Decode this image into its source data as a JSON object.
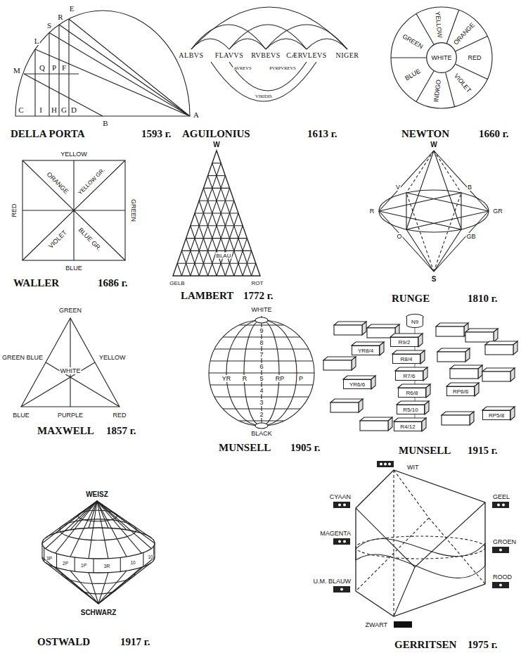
{
  "diagram": {
    "nodes": [
      {
        "text": [
          "WHITE"
        ]
      },
      {
        "text": [
          "N9"
        ]
      },
      {
        "text": [
          "R9/2"
        ]
      },
      {
        "text": [
          "R8/4"
        ]
      },
      {
        "text": [
          "R7/6"
        ]
      },
      {
        "text": [
          "R6/8"
        ]
      },
      {
        "text": [
          "R5/10"
        ]
      },
      {
        "text": [
          "R4/12"
        ]
      },
      {
        "text": [
          "YR8/4"
        ]
      },
      {
        "text": [
          "YR6/6"
        ]
      },
      {
        "text": [
          "RP6/6"
        ]
      },
      {
        "text": [
          "RP5/8"
        ]
      }
    ],
    "labels": [
      "E",
      "S",
      "R",
      "L",
      "M",
      "Q",
      "P",
      "F",
      "C",
      "I",
      "H",
      "G",
      "D",
      "B",
      "A",
      "DELLA PORTA",
      "1593 г.",
      "ALBVS",
      "FLAVVS",
      "RVBEVS",
      "CÆRVLEVS",
      "NIGER",
      "AVREVS",
      "PVRPVREVS",
      "VIRIDIS",
      "AGUILONIUS",
      "1613 г.",
      "GREEN",
      "YELLOW",
      "ORANGE",
      "RED",
      "VIOLET",
      "INDIGO",
      "BLUE",
      "NEWTON",
      "1660 г.",
      "YELLOW",
      "ORANGE",
      "YELLOW GR.",
      "RED",
      "GREEN",
      "VIOLET",
      "BLUE GR.",
      "BLUE",
      "WALLER",
      "1686 г.",
      "W",
      "BLAU",
      "GELB",
      "ROT",
      "LAMBERT",
      "1772 г.",
      "W",
      "V",
      "B",
      "R",
      "GR",
      "O",
      "GB",
      "S",
      "RUNGE",
      "1810 г.",
      "GREEN",
      "GREEN BLUE",
      "YELLOW",
      "WHITE",
      "BLUE",
      "PURPLE",
      "RED",
      "MAXWELL",
      "1857 г.",
      "WHITE",
      "9",
      "8",
      "7",
      "6",
      "YR",
      "R",
      "5",
      "RP",
      "P",
      "4",
      "3",
      "2",
      "BLACK",
      "MUNSELL",
      "1905 г.",
      "MUNSELL",
      "1915 г.",
      "WEISZ",
      "3P",
      "2P",
      "1P",
      "3R",
      "10",
      "10",
      "SCHWARZ",
      "OSTWALD",
      "1917 г.",
      "WIT",
      "CYAAN",
      "GEEL",
      "MAGENTA",
      "GROEN",
      "U.M. BLAUW",
      "ROOD",
      "ZWART",
      "GERRITSEN",
      "1975 г."
    ]
  }
}
